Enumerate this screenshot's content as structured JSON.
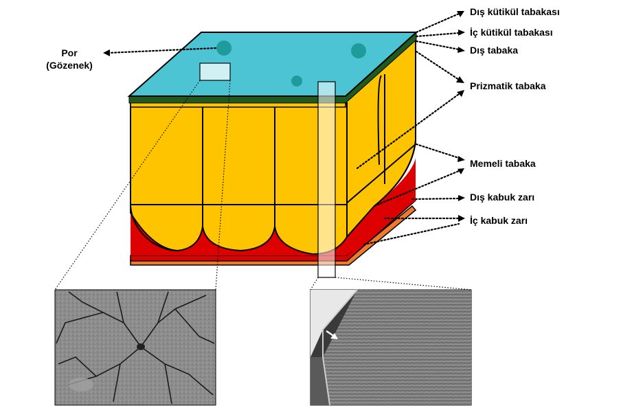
{
  "labels": {
    "pore_line1": "Por",
    "pore_line2": "(Gözenek)",
    "outer_cuticle": "Dış kütikül tabakası",
    "inner_cuticle": "İç kütikül tabakası",
    "outer_layer": "Dış tabaka",
    "prismatic": "Prizmatik tabaka",
    "mammillary": "Memeli tabaka",
    "outer_membrane": "Dış kabuk zarı",
    "inner_membrane": "İç kabuk zarı"
  },
  "colors": {
    "cuticle_top": "#4dc4d4",
    "pore": "#1e9b9b",
    "cuticle_band": "#1f5a1f",
    "palisade": "#ffc400",
    "mammillary_red": "#dd0000",
    "membrane_orange": "#f07a2a"
  }
}
